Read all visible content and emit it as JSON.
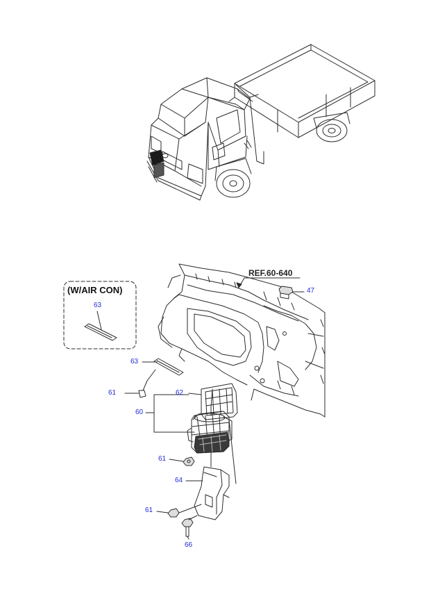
{
  "colors": {
    "line": "#2a2a2a",
    "label": "#1f2bd6",
    "background": "#ffffff"
  },
  "ref_label": "REF.60-640",
  "option_box_title": "(W/AIR CON)",
  "callouts": {
    "p47": "47",
    "p63_box": "63",
    "p63": "63",
    "p61_a": "61",
    "p62": "62",
    "p60": "60",
    "p61_b": "61",
    "p64": "64",
    "p61_c": "61",
    "p66": "66"
  }
}
